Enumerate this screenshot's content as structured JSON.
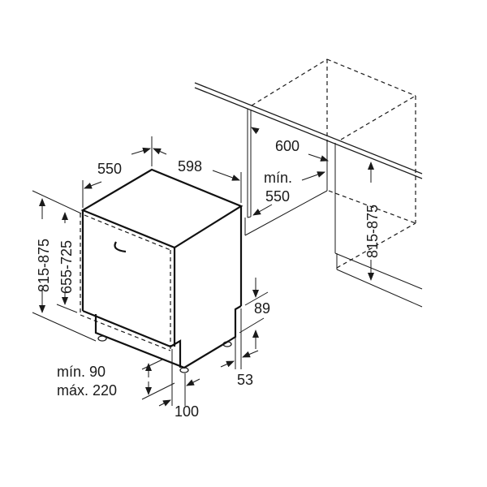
{
  "diagram": {
    "appliance": {
      "depth": "550",
      "width": "598",
      "height_range": "815-875",
      "door_height_range": "655-725",
      "plinth_label_min": "mín. 90",
      "plinth_label_max": "máx. 220",
      "foot_offset": "100",
      "kick_height": "89",
      "kick_depth": "53"
    },
    "niche": {
      "width": "600",
      "depth_label_min": "mín.",
      "depth_value": "550",
      "height_range": "815-875"
    }
  }
}
